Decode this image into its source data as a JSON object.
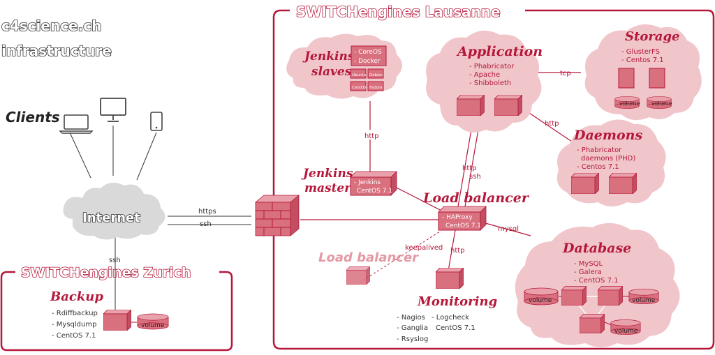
{
  "header": {
    "line1": "c4science.ch",
    "line2": "infrastructure"
  },
  "clients": {
    "label": "Clients",
    "icons": [
      "laptop-icon",
      "desktop-icon",
      "phone-icon"
    ]
  },
  "internet": {
    "label": "Internet"
  },
  "links": {
    "https": "https",
    "ssh": "ssh",
    "ssh_down": "ssh",
    "http_jenkins": "http",
    "tcp": "tcp",
    "http_daemons": "http",
    "http_lb": "http",
    "ssh_lb": "ssh",
    "mysql": "mysql",
    "keepalived": "keepalived",
    "http_monitoring": "http"
  },
  "lausanne": {
    "title": "SWITCHengines Lausanne"
  },
  "zurich": {
    "title": "SWITCHengines Zurich"
  },
  "jenkins_slaves": {
    "title1": "Jenkins",
    "title2": "slaves",
    "items": [
      "- CoreOS",
      "- Docker"
    ],
    "distros": [
      "Ubuntu",
      "Debian",
      "CentOS",
      "Fedora"
    ]
  },
  "application": {
    "title": "Application",
    "items": [
      "- Phabricator",
      "- Apache",
      "- Shibboleth"
    ]
  },
  "storage": {
    "title": "Storage",
    "items": [
      "- GlusterFS",
      "- Centos 7.1"
    ],
    "volume_label": "volume"
  },
  "daemons": {
    "title": "Daemons",
    "items": [
      "- Phabricator",
      "daemons (PHD)",
      "- Centos 7.1"
    ]
  },
  "jenkins_master": {
    "title1": "Jenkins",
    "title2": "master",
    "items": [
      "- Jenkins",
      "CentOS 7.1"
    ]
  },
  "load_balancer": {
    "title": "Load balancer",
    "items": [
      "- HAProxy",
      "CentOS 7.1"
    ]
  },
  "load_balancer_backup": {
    "title": "Load balancer"
  },
  "database": {
    "title": "Database",
    "items": [
      "- MySQL",
      "- Galera",
      "- CentOS 7.1"
    ],
    "volume_label": "volume"
  },
  "monitoring": {
    "title": "Monitoring",
    "col1": [
      "- Nagios",
      "- Ganglia",
      "- Rsyslog"
    ],
    "col2": [
      "- Logcheck",
      "CentOS 7.1"
    ]
  },
  "backup": {
    "title": "Backup",
    "items": [
      "- Rdiffbackup",
      "- Mysqldump",
      "- CentOS 7.1"
    ],
    "volume_label": "volume"
  },
  "colors": {
    "accent": "#b5173a",
    "cloud_pink": "#f0c6cb",
    "box_pink": "#d9707e",
    "cloud_grey": "#d9d9d9"
  }
}
